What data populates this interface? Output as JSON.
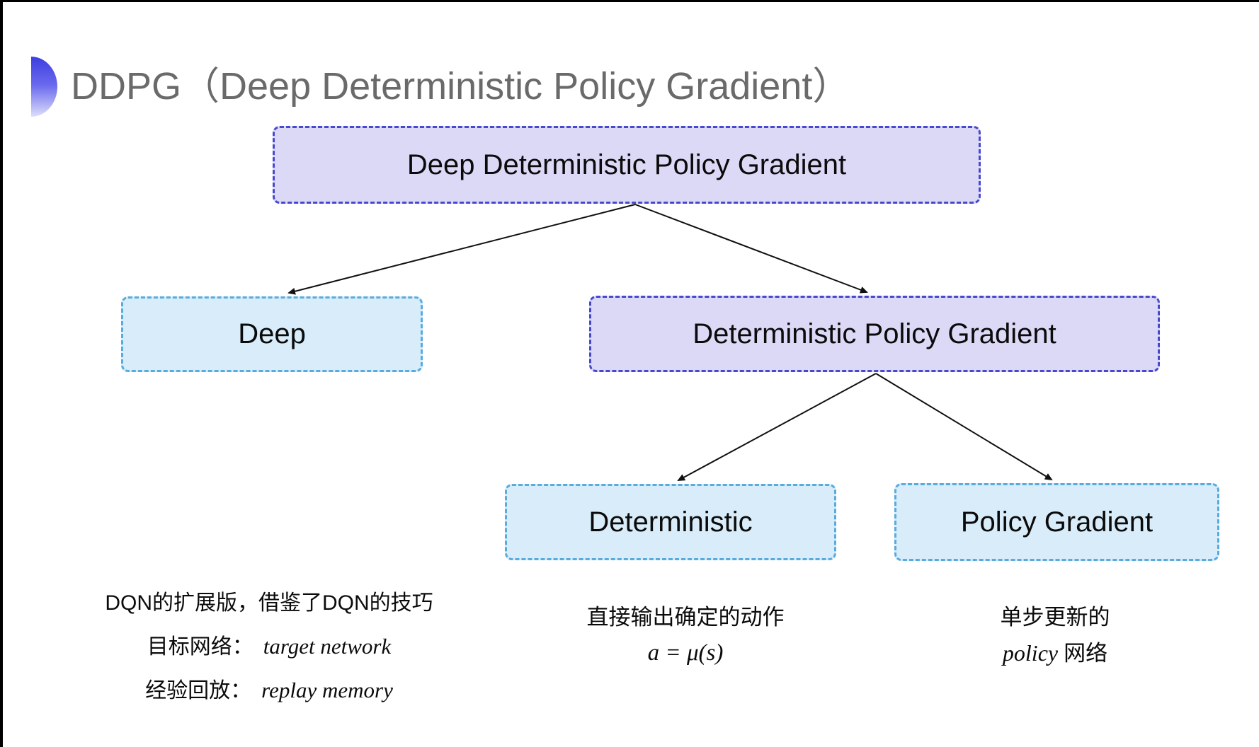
{
  "title": {
    "text": "DDPG（Deep Deterministic Policy Gradient）",
    "color": "#6a6a6a",
    "icon": "half-circle-bullet"
  },
  "diagram": {
    "nodes": [
      {
        "id": "root",
        "label": "Deep Deterministic Policy Gradient",
        "variant": "purple"
      },
      {
        "id": "deep",
        "label": "Deep",
        "variant": "cyan"
      },
      {
        "id": "dpg",
        "label": "Deterministic Policy Gradient",
        "variant": "purple"
      },
      {
        "id": "det",
        "label": "Deterministic",
        "variant": "cyan"
      },
      {
        "id": "pg",
        "label": "Policy Gradient",
        "variant": "cyan"
      }
    ],
    "edges": [
      {
        "from": "root",
        "to": "deep"
      },
      {
        "from": "root",
        "to": "dpg"
      },
      {
        "from": "dpg",
        "to": "det"
      },
      {
        "from": "dpg",
        "to": "pg"
      }
    ],
    "colors": {
      "purple_fill": "#dcd9f6",
      "purple_border": "#4848cf",
      "cyan_fill": "#d8edf9",
      "cyan_border": "#57abdf",
      "arrow": "#111111"
    }
  },
  "notes": {
    "left": {
      "line1": "DQN的扩展版，借鉴了DQN的技巧",
      "line2_zh": "目标网络：",
      "line2_en": "target network",
      "line3_zh": "经验回放：",
      "line3_en": "replay memory"
    },
    "middle": {
      "line1": "直接输出确定的动作",
      "formula": "a = μ(s)"
    },
    "right": {
      "line1": "单步更新的",
      "line2_en": "policy",
      "line2_zh": "网络"
    }
  }
}
